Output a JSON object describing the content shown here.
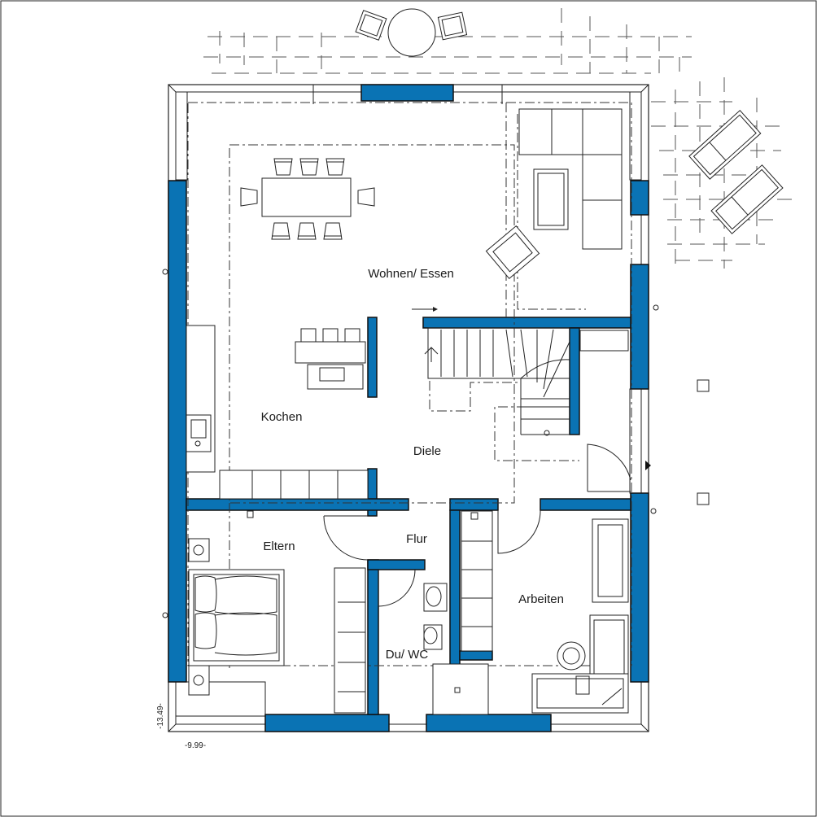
{
  "rooms": {
    "wohnen": "Wohnen/ Essen",
    "kochen": "Kochen",
    "diele": "Diele",
    "flur": "Flur",
    "eltern": "Eltern",
    "arbeiten": "Arbeiten",
    "du_wc": "Du/ WC"
  },
  "dimensions": {
    "left": "-13.49-",
    "bottom": "-9.99-"
  },
  "colors": {
    "wall": "#0a73b4",
    "line": "#222222"
  }
}
